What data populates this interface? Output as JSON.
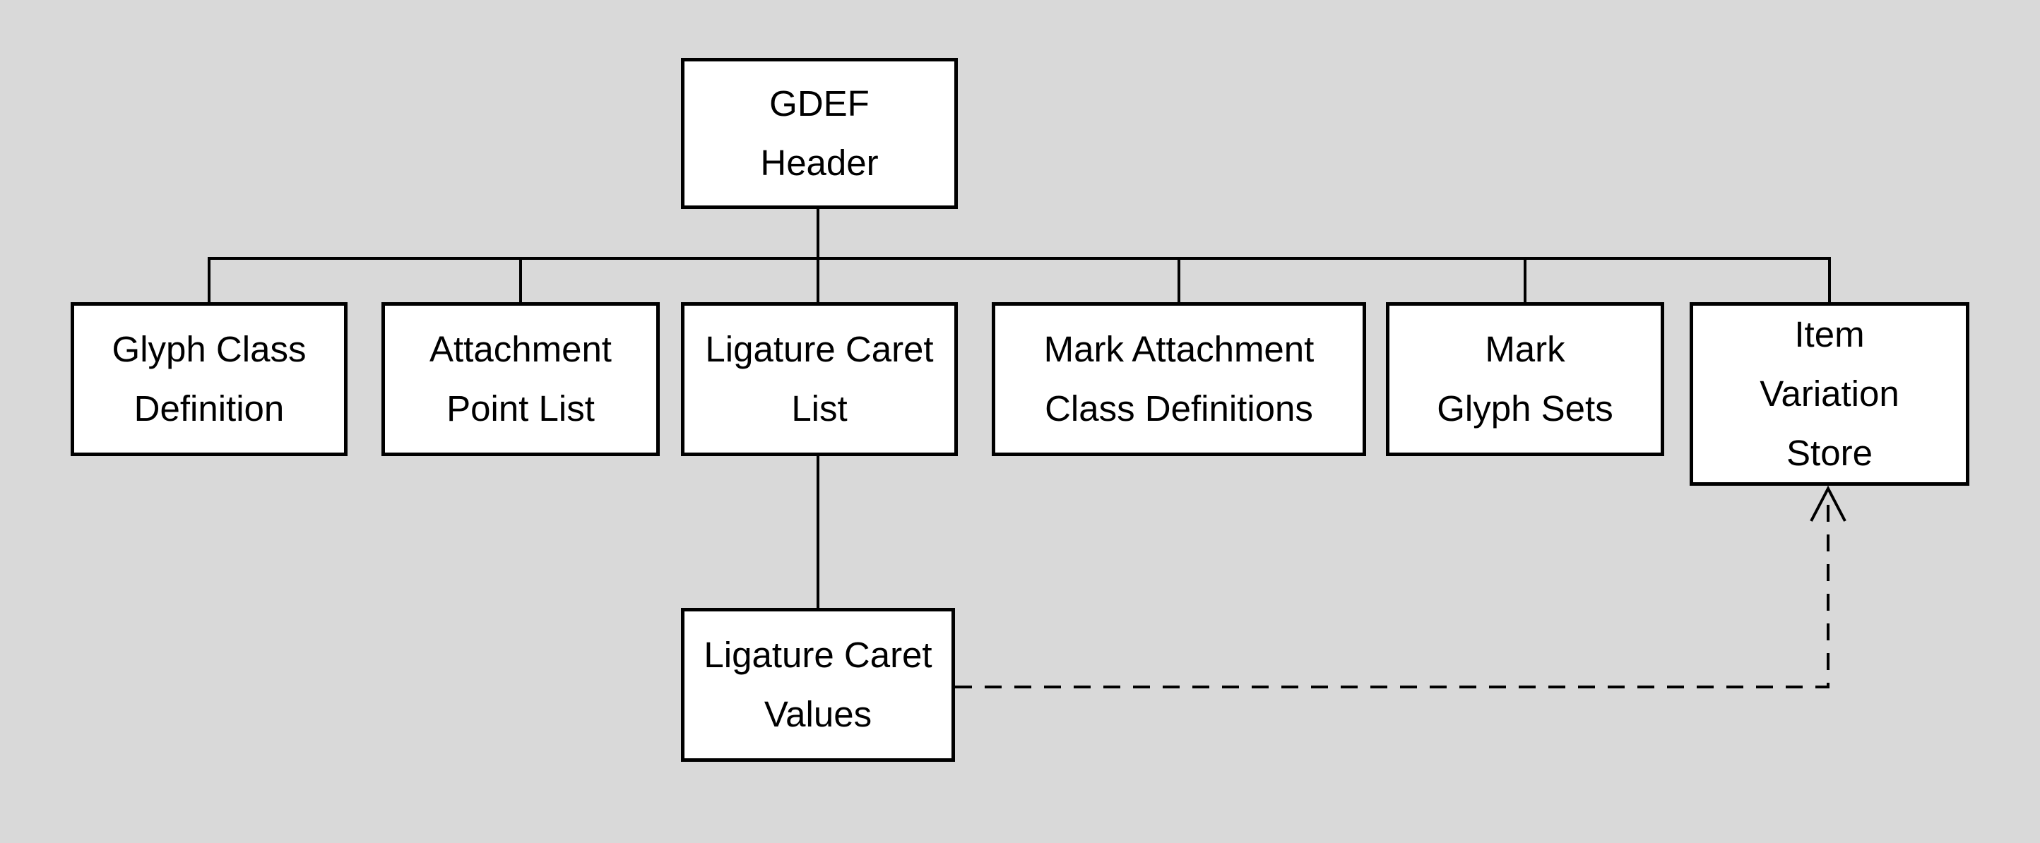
{
  "colors": {
    "background": "#d9d9d9",
    "node_fill": "#ffffff",
    "node_border": "#000000",
    "connector": "#000000",
    "text": "#000000"
  },
  "nodes": {
    "gdef_header": {
      "label": "GDEF\nHeader"
    },
    "glyph_class_definition": {
      "label": "Glyph Class\nDefinition"
    },
    "attachment_point_list": {
      "label": "Attachment\nPoint List"
    },
    "ligature_caret_list": {
      "label": "Ligature Caret\nList"
    },
    "mark_attachment_class_definitions": {
      "label": "Mark Attachment\nClass Definitions"
    },
    "mark_glyph_sets": {
      "label": "Mark\nGlyph Sets"
    },
    "item_variation_store": {
      "label": "Item\nVariation\nStore"
    },
    "ligature_caret_values": {
      "label": "Ligature Caret\nValues"
    }
  },
  "edges": {
    "solid_tree": [
      {
        "from": "gdef_header",
        "to": "glyph_class_definition"
      },
      {
        "from": "gdef_header",
        "to": "attachment_point_list"
      },
      {
        "from": "gdef_header",
        "to": "ligature_caret_list"
      },
      {
        "from": "gdef_header",
        "to": "mark_attachment_class_definitions"
      },
      {
        "from": "gdef_header",
        "to": "mark_glyph_sets"
      },
      {
        "from": "gdef_header",
        "to": "item_variation_store"
      },
      {
        "from": "ligature_caret_list",
        "to": "ligature_caret_values"
      }
    ],
    "dashed_reference": [
      {
        "from": "ligature_caret_values",
        "to": "item_variation_store",
        "style": "dashed",
        "arrowhead": "open"
      }
    ]
  }
}
